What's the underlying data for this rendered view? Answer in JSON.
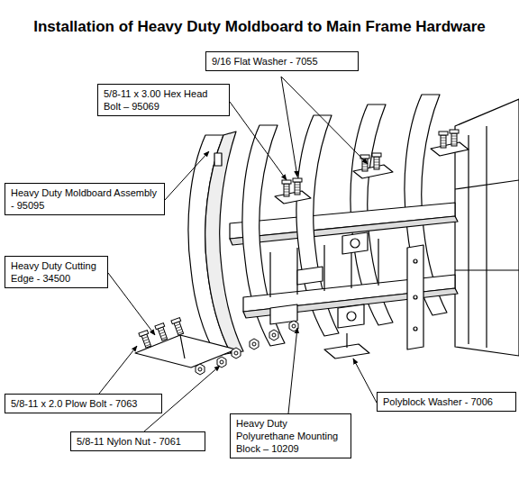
{
  "diagram": {
    "title": "Installation of Heavy Duty Moldboard to Main Frame Hardware",
    "nodes": [
      {
        "text": [
          "9/16 Flat Washer - 7055"
        ]
      },
      {
        "text": [
          "5/8-11 x 3.00 Hex Head Bolt – 95069"
        ]
      },
      {
        "text": [
          "Heavy Duty Moldboard Assembly - 95095"
        ]
      },
      {
        "text": [
          "Heavy Duty Cutting Edge - 34500"
        ]
      },
      {
        "text": [
          "Polyblock Washer - 7006"
        ]
      },
      {
        "text": [
          "5/8-11 x 2.0 Plow Bolt - 7063"
        ]
      },
      {
        "text": [
          "Heavy Duty Polyurethane Mounting Block –  10209"
        ]
      },
      {
        "text": [
          "5/8-11 Nylon Nut - 7061"
        ]
      }
    ]
  }
}
